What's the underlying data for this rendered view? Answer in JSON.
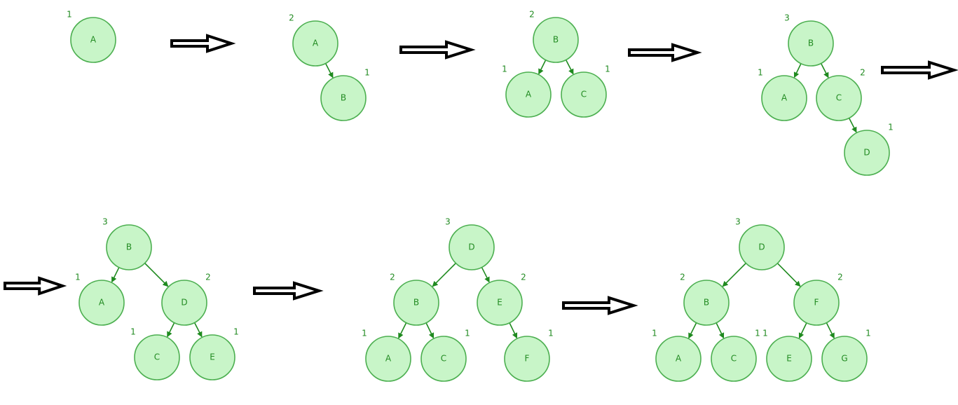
{
  "diagram": {
    "node_fill": "#c8f5c8",
    "node_stroke": "#4caf50",
    "edge_color": "#1f8a1f",
    "text_color": "#228b22",
    "step_arrow_icon": "hollow-right-arrow",
    "trees": [
      {
        "nodes": [
          {
            "key": "A",
            "label": "A",
            "height": "1"
          }
        ],
        "edges": []
      },
      {
        "nodes": [
          {
            "key": "A",
            "label": "A",
            "height": "2"
          },
          {
            "key": "B",
            "label": "B",
            "height": "1"
          }
        ],
        "edges": [
          [
            "A",
            "B"
          ]
        ]
      },
      {
        "nodes": [
          {
            "key": "B",
            "label": "B",
            "height": "2"
          },
          {
            "key": "A",
            "label": "A",
            "height": "1"
          },
          {
            "key": "C",
            "label": "C",
            "height": "1"
          }
        ],
        "edges": [
          [
            "B",
            "A"
          ],
          [
            "B",
            "C"
          ]
        ]
      },
      {
        "nodes": [
          {
            "key": "B",
            "label": "B",
            "height": "3"
          },
          {
            "key": "A",
            "label": "A",
            "height": "1"
          },
          {
            "key": "C",
            "label": "C",
            "height": "2"
          },
          {
            "key": "D",
            "label": "D",
            "height": "1"
          }
        ],
        "edges": [
          [
            "B",
            "A"
          ],
          [
            "B",
            "C"
          ],
          [
            "C",
            "D"
          ]
        ]
      },
      {
        "nodes": [
          {
            "key": "B",
            "label": "B",
            "height": "3"
          },
          {
            "key": "A",
            "label": "A",
            "height": "1"
          },
          {
            "key": "D",
            "label": "D",
            "height": "2"
          },
          {
            "key": "C",
            "label": "C",
            "height": "1"
          },
          {
            "key": "E",
            "label": "E",
            "height": "1"
          }
        ],
        "edges": [
          [
            "B",
            "A"
          ],
          [
            "B",
            "D"
          ],
          [
            "D",
            "C"
          ],
          [
            "D",
            "E"
          ]
        ]
      },
      {
        "nodes": [
          {
            "key": "D",
            "label": "D",
            "height": "3"
          },
          {
            "key": "B",
            "label": "B",
            "height": "2"
          },
          {
            "key": "E",
            "label": "E",
            "height": "2"
          },
          {
            "key": "A",
            "label": "A",
            "height": "1"
          },
          {
            "key": "C",
            "label": "C",
            "height": "1"
          },
          {
            "key": "F",
            "label": "F",
            "height": "1"
          }
        ],
        "edges": [
          [
            "D",
            "B"
          ],
          [
            "D",
            "E"
          ],
          [
            "B",
            "A"
          ],
          [
            "B",
            "C"
          ],
          [
            "E",
            "F"
          ]
        ]
      },
      {
        "nodes": [
          {
            "key": "D",
            "label": "D",
            "height": "3"
          },
          {
            "key": "B",
            "label": "B",
            "height": "2"
          },
          {
            "key": "F",
            "label": "F",
            "height": "2"
          },
          {
            "key": "A",
            "label": "A",
            "height": "1"
          },
          {
            "key": "C",
            "label": "C",
            "height": "1"
          },
          {
            "key": "E",
            "label": "E",
            "height": "1"
          },
          {
            "key": "G",
            "label": "G",
            "height": "1"
          }
        ],
        "edges": [
          [
            "D",
            "B"
          ],
          [
            "D",
            "F"
          ],
          [
            "B",
            "A"
          ],
          [
            "B",
            "C"
          ],
          [
            "F",
            "E"
          ],
          [
            "F",
            "G"
          ]
        ]
      }
    ]
  }
}
